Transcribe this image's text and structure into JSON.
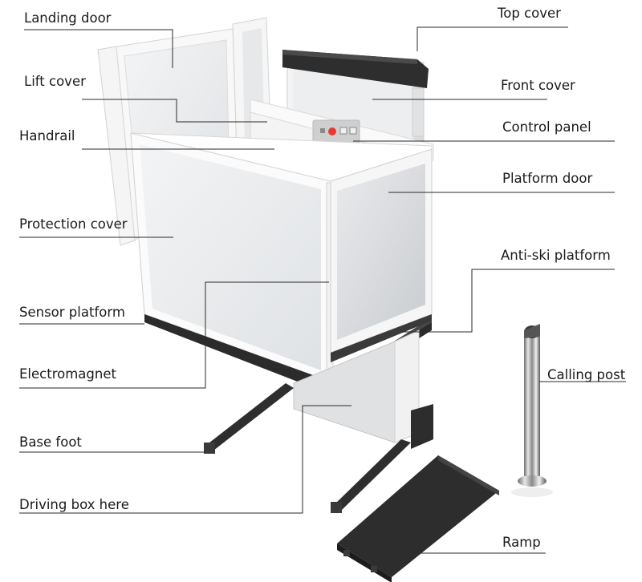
{
  "labels": {
    "landing_door": "Landing door",
    "lift_cover": "Lift cover",
    "handrail": "Handrail",
    "protection_cover": "Protection cover",
    "sensor_platform": "Sensor platform",
    "electromagnet": "Electromagnet",
    "base_foot": "Base foot",
    "driving_box": "Driving box here",
    "top_cover": "Top cover",
    "front_cover": "Front cover",
    "control_panel": "Control panel",
    "platform_door": "Platform door",
    "anti_ski_platform": "Anti-ski platform",
    "calling_post": "Calling post",
    "ramp": "Ramp"
  },
  "colors": {
    "leader_line": "#2a2a2a",
    "frame_white": "#f7f7f7",
    "panel_glass": "#e9ebed",
    "dark_steel": "#2b2b2b",
    "handrail_gold": "#cdb88f",
    "stop_button": "#e53935"
  }
}
